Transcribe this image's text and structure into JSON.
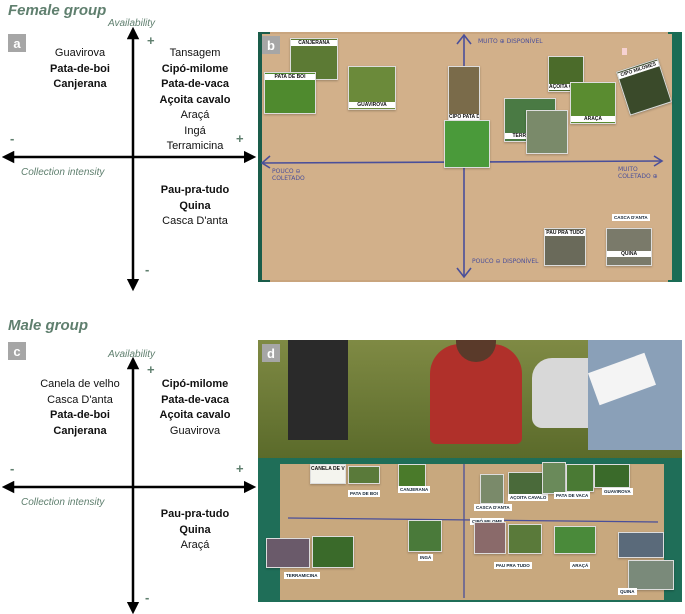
{
  "female": {
    "title": "Female group",
    "letter_a": "a",
    "letter_b": "b",
    "availability": "Availability",
    "collection_intensity": "Collection intensity",
    "plus": "+",
    "minus": "-",
    "upper_left": [
      "Guavirova",
      "Pata-de-boi",
      "Canjerana"
    ],
    "upper_right": [
      "Tansagem",
      "Cipó-milome",
      "Pata-de-vaca",
      "Açoita cavalo",
      "Araçá",
      "Ingá",
      "Terramicina"
    ],
    "lower_right": [
      "Pau-pra-tudo",
      "Quina",
      "Casca D'anta"
    ],
    "photo": {
      "top_label": "MUITO ⊕ DISPONÍVEL",
      "bottom_label": "POUCO ⊖ DISPONÍVEL",
      "left_label": "POUCO ⊖ COLETADO",
      "right_label": "MUITO COLETADO ⊕",
      "cards": [
        "CANJERANA",
        "PATA DE BOI",
        "GUAVIROVA",
        "CIPÓ PATA DE VACA",
        "AÇOITA CAVALO",
        "ARAÇÁ",
        "TERRAMICINA",
        "CIPÓ MILOMES",
        "PAU PRA TUDO",
        "CASCA D'ANTA",
        "QUINA"
      ]
    }
  },
  "male": {
    "title": "Male group",
    "letter_c": "c",
    "letter_d": "d",
    "availability": "Availability",
    "collection_intensity": "Collection intensity",
    "plus": "+",
    "minus": "-",
    "upper_left": [
      "Canela de velho",
      "Casca D'anta",
      "Pata-de-boi",
      "Canjerana"
    ],
    "upper_right": [
      "Cipó-milome",
      "Pata-de-vaca",
      "Açoita cavalo",
      "Guavirova"
    ],
    "lower_right": [
      "Pau-pra-tudo",
      "Quina",
      "Araçá"
    ],
    "photo": {
      "cards": [
        "CANELA DE VELHO",
        "PATA DE BOI",
        "CANJERANA",
        "CASCA D'ANTA",
        "AÇOITA CAVALO",
        "PATA DE VACA",
        "GUAVIROVA",
        "CIPÓ MILOME",
        "TERRAMICINA",
        "INGÁ",
        "PAU PRA TUDO",
        "ARAÇÁ",
        "QUINA"
      ]
    }
  },
  "bold_flags": {
    "female_ul": [
      false,
      true,
      true
    ],
    "female_ur": [
      false,
      true,
      true,
      true,
      false,
      false,
      false
    ],
    "female_lr": [
      true,
      true,
      false
    ],
    "male_ul": [
      false,
      false,
      true,
      true
    ],
    "male_ur": [
      true,
      true,
      true,
      false
    ],
    "male_lr": [
      true,
      true,
      false
    ]
  }
}
